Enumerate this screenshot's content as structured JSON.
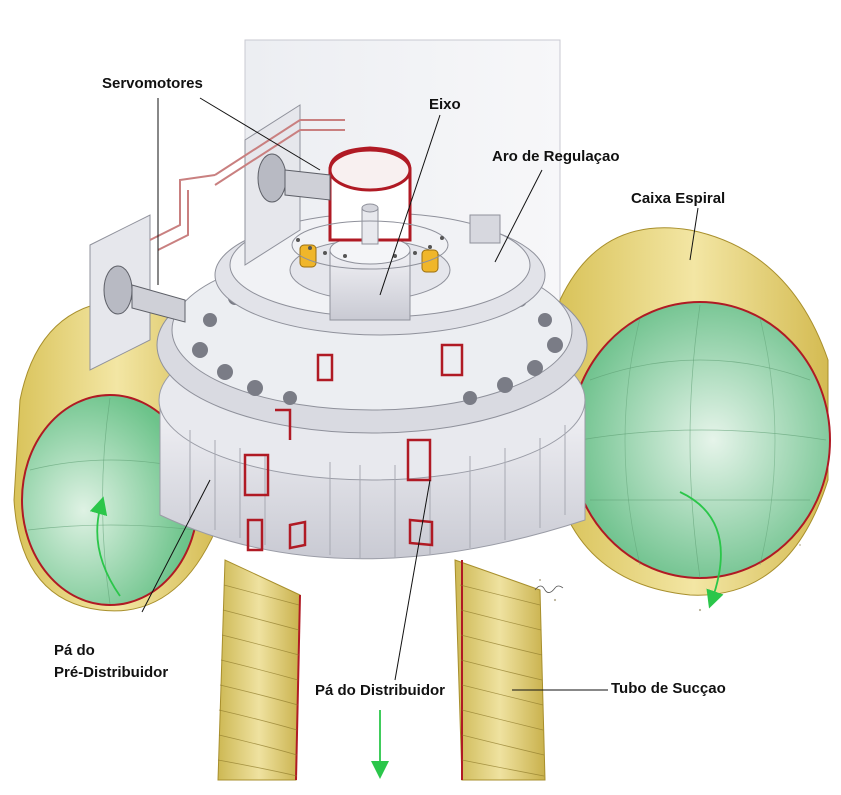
{
  "labels": {
    "servomotores": "Servomotores",
    "eixo": "Eixo",
    "aro": "Aro de Regulaçao",
    "caixa": "Caixa Espiral",
    "pa_pre_line1": "Pá do",
    "pa_pre_line2": "Pré-Distribuidor",
    "pa_dist": "Pá do Distribuidor",
    "tubo": "Tubo de Sucçao"
  },
  "colors": {
    "spiral_casing_outer": "#e7d27a",
    "spiral_casing_inner": "#9cd6ad",
    "steel_red": "#b01a24",
    "metal": "#dcdde3",
    "arrow_green": "#2bc64a",
    "leader_line": "#111111"
  }
}
